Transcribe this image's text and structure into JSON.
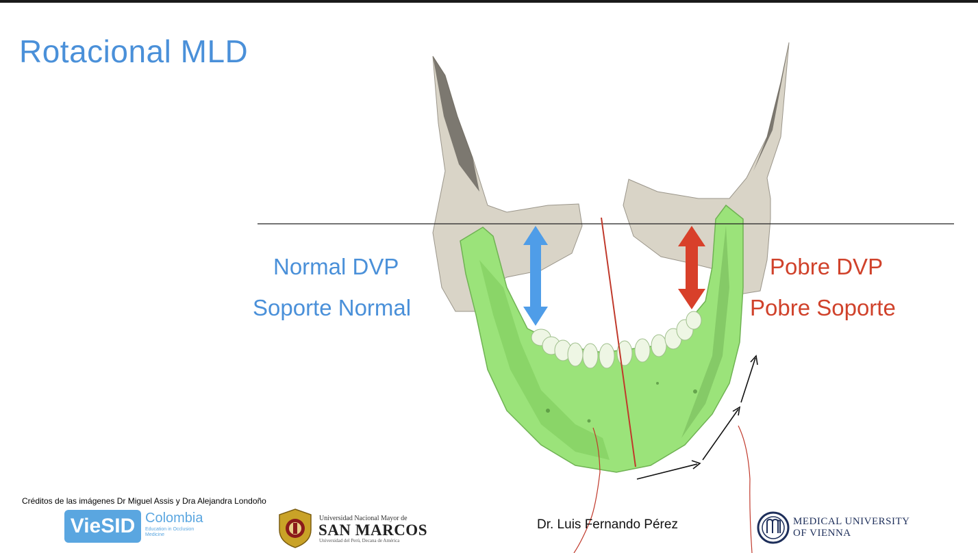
{
  "slide": {
    "title": "Rotacional MLD",
    "left_labels": {
      "line1": "Normal DVP",
      "line2": "Soporte Normal"
    },
    "right_labels": {
      "line1": "Pobre DVP",
      "line2": "Pobre Soporte"
    },
    "credits": "Créditos de las imágenes Dr Miguel Assis y Dra Alejandra Londoño",
    "author": "Dr. Luis Fernando Pérez"
  },
  "logos": {
    "viesid": {
      "name": "VieSID",
      "country": "Colombia",
      "tagline": "Education in Occlusion Medicine"
    },
    "san_marcos": {
      "top": "Universidad Nacional Mayor de",
      "name": "SAN MARCOS",
      "sub": "Universidad del Perú, Decana de América"
    },
    "vienna": {
      "line1": "MEDICAL UNIVERSITY",
      "line2": "OF VIENNA"
    }
  },
  "colors": {
    "title": "#4a90d9",
    "normal": "#4a90d9",
    "poor": "#d0422b",
    "bone": "#d9d4c7",
    "mandible": "#9be37a"
  }
}
